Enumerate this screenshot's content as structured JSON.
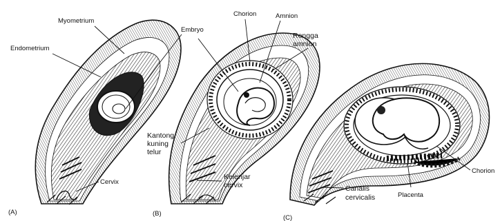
{
  "labels": {
    "myometrium": "Myometrium",
    "endometrium": "Endometrium",
    "embryo": "Embryo",
    "chorion_top": "Chorion",
    "amnion": "Amnion",
    "rongga_amnion": [
      "Rongga",
      "amnion"
    ],
    "kantong_kuning_telur": [
      "Kantong",
      "kuning",
      "telur"
    ],
    "cervix": "Cervix",
    "kelenjar_cervix": [
      "Kelenjar",
      "cervix"
    ],
    "canalis_cervicalis": [
      "Canalis",
      "cervicalis"
    ],
    "placenta": "Placenta",
    "chorion_right": "Chorion"
  },
  "panels": [
    "(A)",
    "(B)",
    "(C)"
  ]
}
